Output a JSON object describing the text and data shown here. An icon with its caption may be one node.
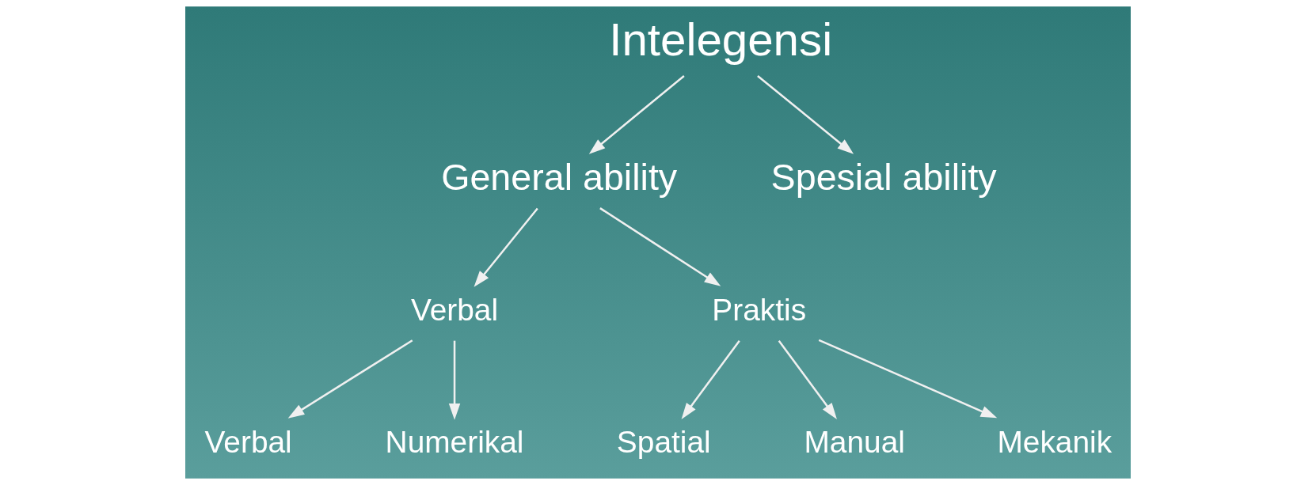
{
  "diagram": {
    "nodes": [
      {
        "text": [
          "Intelegensi"
        ]
      },
      {
        "text": [
          "General ability"
        ]
      },
      {
        "text": [
          "Spesial ability"
        ]
      },
      {
        "text": [
          "Verbal"
        ]
      },
      {
        "text": [
          "Praktis"
        ]
      },
      {
        "text": [
          "Verbal"
        ]
      },
      {
        "text": [
          "Numerikal"
        ]
      },
      {
        "text": [
          "Spatial"
        ]
      },
      {
        "text": [
          "Manual"
        ]
      },
      {
        "text": [
          "Mekanik"
        ]
      }
    ],
    "edges": [
      {
        "from": 0,
        "to": 1,
        "arrow": "to"
      },
      {
        "from": 0,
        "to": 2,
        "arrow": "to"
      },
      {
        "from": 1,
        "to": 3,
        "arrow": "to"
      },
      {
        "from": 1,
        "to": 4,
        "arrow": "to"
      },
      {
        "from": 3,
        "to": 5,
        "arrow": "to"
      },
      {
        "from": 3,
        "to": 6,
        "arrow": "to"
      },
      {
        "from": 4,
        "to": 7,
        "arrow": "to"
      },
      {
        "from": 4,
        "to": 8,
        "arrow": "to"
      },
      {
        "from": 4,
        "to": 9,
        "arrow": "to"
      }
    ]
  }
}
